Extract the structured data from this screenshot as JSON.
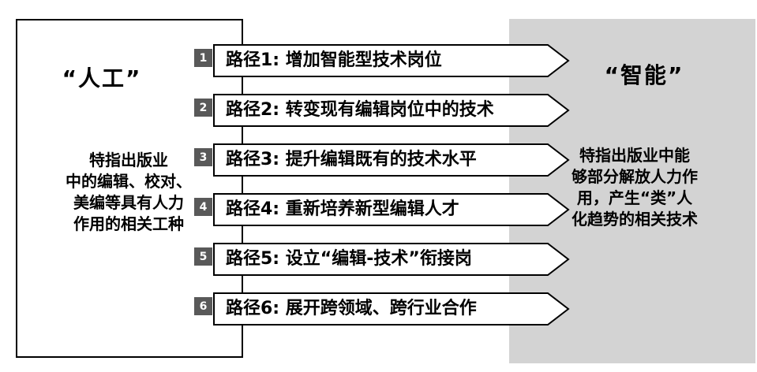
{
  "left_panel": {
    "title": "“人工”",
    "description": "特指出版业\n中的编辑、校对、\n美编等具有人力\n作用的相关工种"
  },
  "right_panel": {
    "title": "“智能”",
    "description": "特指出版业中能\n够部分解放人力作\n用，产生“类”人\n化趋势的相关技术"
  },
  "paths": [
    {
      "number": "1",
      "label": "路径1: 增加智能型技术岗位"
    },
    {
      "number": "2",
      "label": "路径2: 转变现有编辑岗位中的技术"
    },
    {
      "number": "3",
      "label": "路径3: 提升编辑既有的技术水平"
    },
    {
      "number": "4",
      "label": "路径4: 重新培养新型编辑人才"
    },
    {
      "number": "5",
      "label": "路径5: 设立“编辑-技术”衔接岗"
    },
    {
      "number": "6",
      "label": "路径6: 展开跨领域、跨行业合作"
    }
  ],
  "colors": {
    "right_panel_bg": "#d3d3d3",
    "badge_bg": "#595959",
    "arrow_fill": "#ffffff",
    "arrow_stroke": "#000000"
  }
}
